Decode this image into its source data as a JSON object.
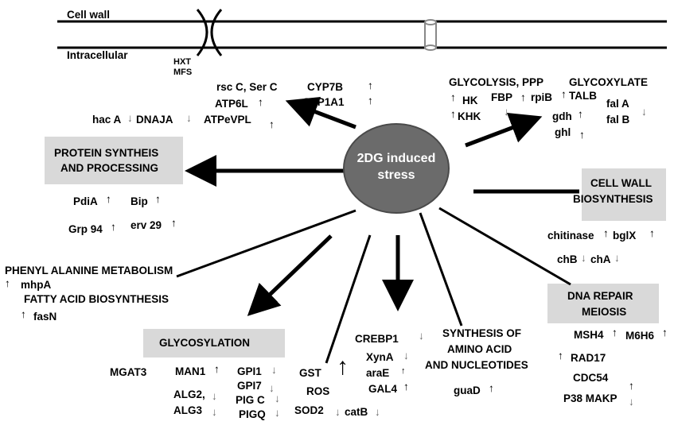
{
  "membrane": {
    "cell_wall": "Cell wall",
    "intracellular": "Intracellular",
    "transporter_1": "HXT",
    "transporter_2": "MFS"
  },
  "center": {
    "line1": "2DG induced",
    "line2": "stress"
  },
  "groups": {
    "top_left": {
      "a": "rsc C, Ser C",
      "b": "ATP6L",
      "c": "ATPeVPL",
      "d": "CYP7B",
      "e": "CYP1A1",
      "f": "hac A",
      "g": "DNAJA"
    },
    "protein": {
      "title1": "PROTEIN SYNTHEIS",
      "title2": "AND PROCESSING",
      "pdia": "PdiA",
      "bip": "Bip",
      "grp94": "Grp 94",
      "erv29": "erv 29"
    },
    "glycolysis": {
      "t1": "GLYCOLYSIS, PPP",
      "t2": "GLYCOXYLATE",
      "hk": "HK",
      "khk": "KHK",
      "fbp": "FBP",
      "rpib": "rpiB",
      "talb": "TALB",
      "fala": "fal A",
      "falb": "fal B",
      "gdh": "gdh",
      "ghl": "ghl"
    },
    "cellwall": {
      "title1": "CELL WALL",
      "title2": "BIOSYNTHESIS",
      "chitinase": "chitinase",
      "bglx": "bglX",
      "chb": "chB",
      "cha": "chA"
    },
    "phenyl": {
      "title1": "PHENYL ALANINE METABOLISM",
      "mhpa": "mhpA",
      "title2": "FATTY ACID BIOSYNTHESIS",
      "fasn": "fasN"
    },
    "glycosylation": {
      "title": "GLYCOSYLATION",
      "mgat3": "MGAT3",
      "man1": "MAN1",
      "alg2": "ALG2,",
      "alg3": "ALG3",
      "gpi1": "GPI1",
      "gpi7": "GPI7",
      "pigc": "PIG C",
      "pigq": "PIGQ"
    },
    "oxidative": {
      "gst": "GST",
      "ros": "ROS",
      "sod2": "SOD2",
      "catb": "catB"
    },
    "creb": {
      "crebp1": "CREBP1",
      "xyna": "XynA",
      "arae": "araE",
      "gal4": "GAL4"
    },
    "amino": {
      "title1": "SYNTHESIS OF",
      "title2": "AMINO ACID",
      "title3": "AND NUCLEOTIDES",
      "guad": "guaD"
    },
    "dna": {
      "title1": "DNA REPAIR",
      "title2": "MEIOSIS",
      "msh4": "MSH4",
      "m6h6": "M6H6",
      "rad17": "RAD17",
      "cdc54": "CDC54",
      "p38": "P38 MAKP"
    }
  },
  "arrows": {
    "up": "↑",
    "down": "↓"
  },
  "colors": {
    "ellipse": "#6b6b6b",
    "ellipse_stroke": "#4a4a4a",
    "box": "#d9d9d9",
    "down_arrow": "#666666"
  }
}
